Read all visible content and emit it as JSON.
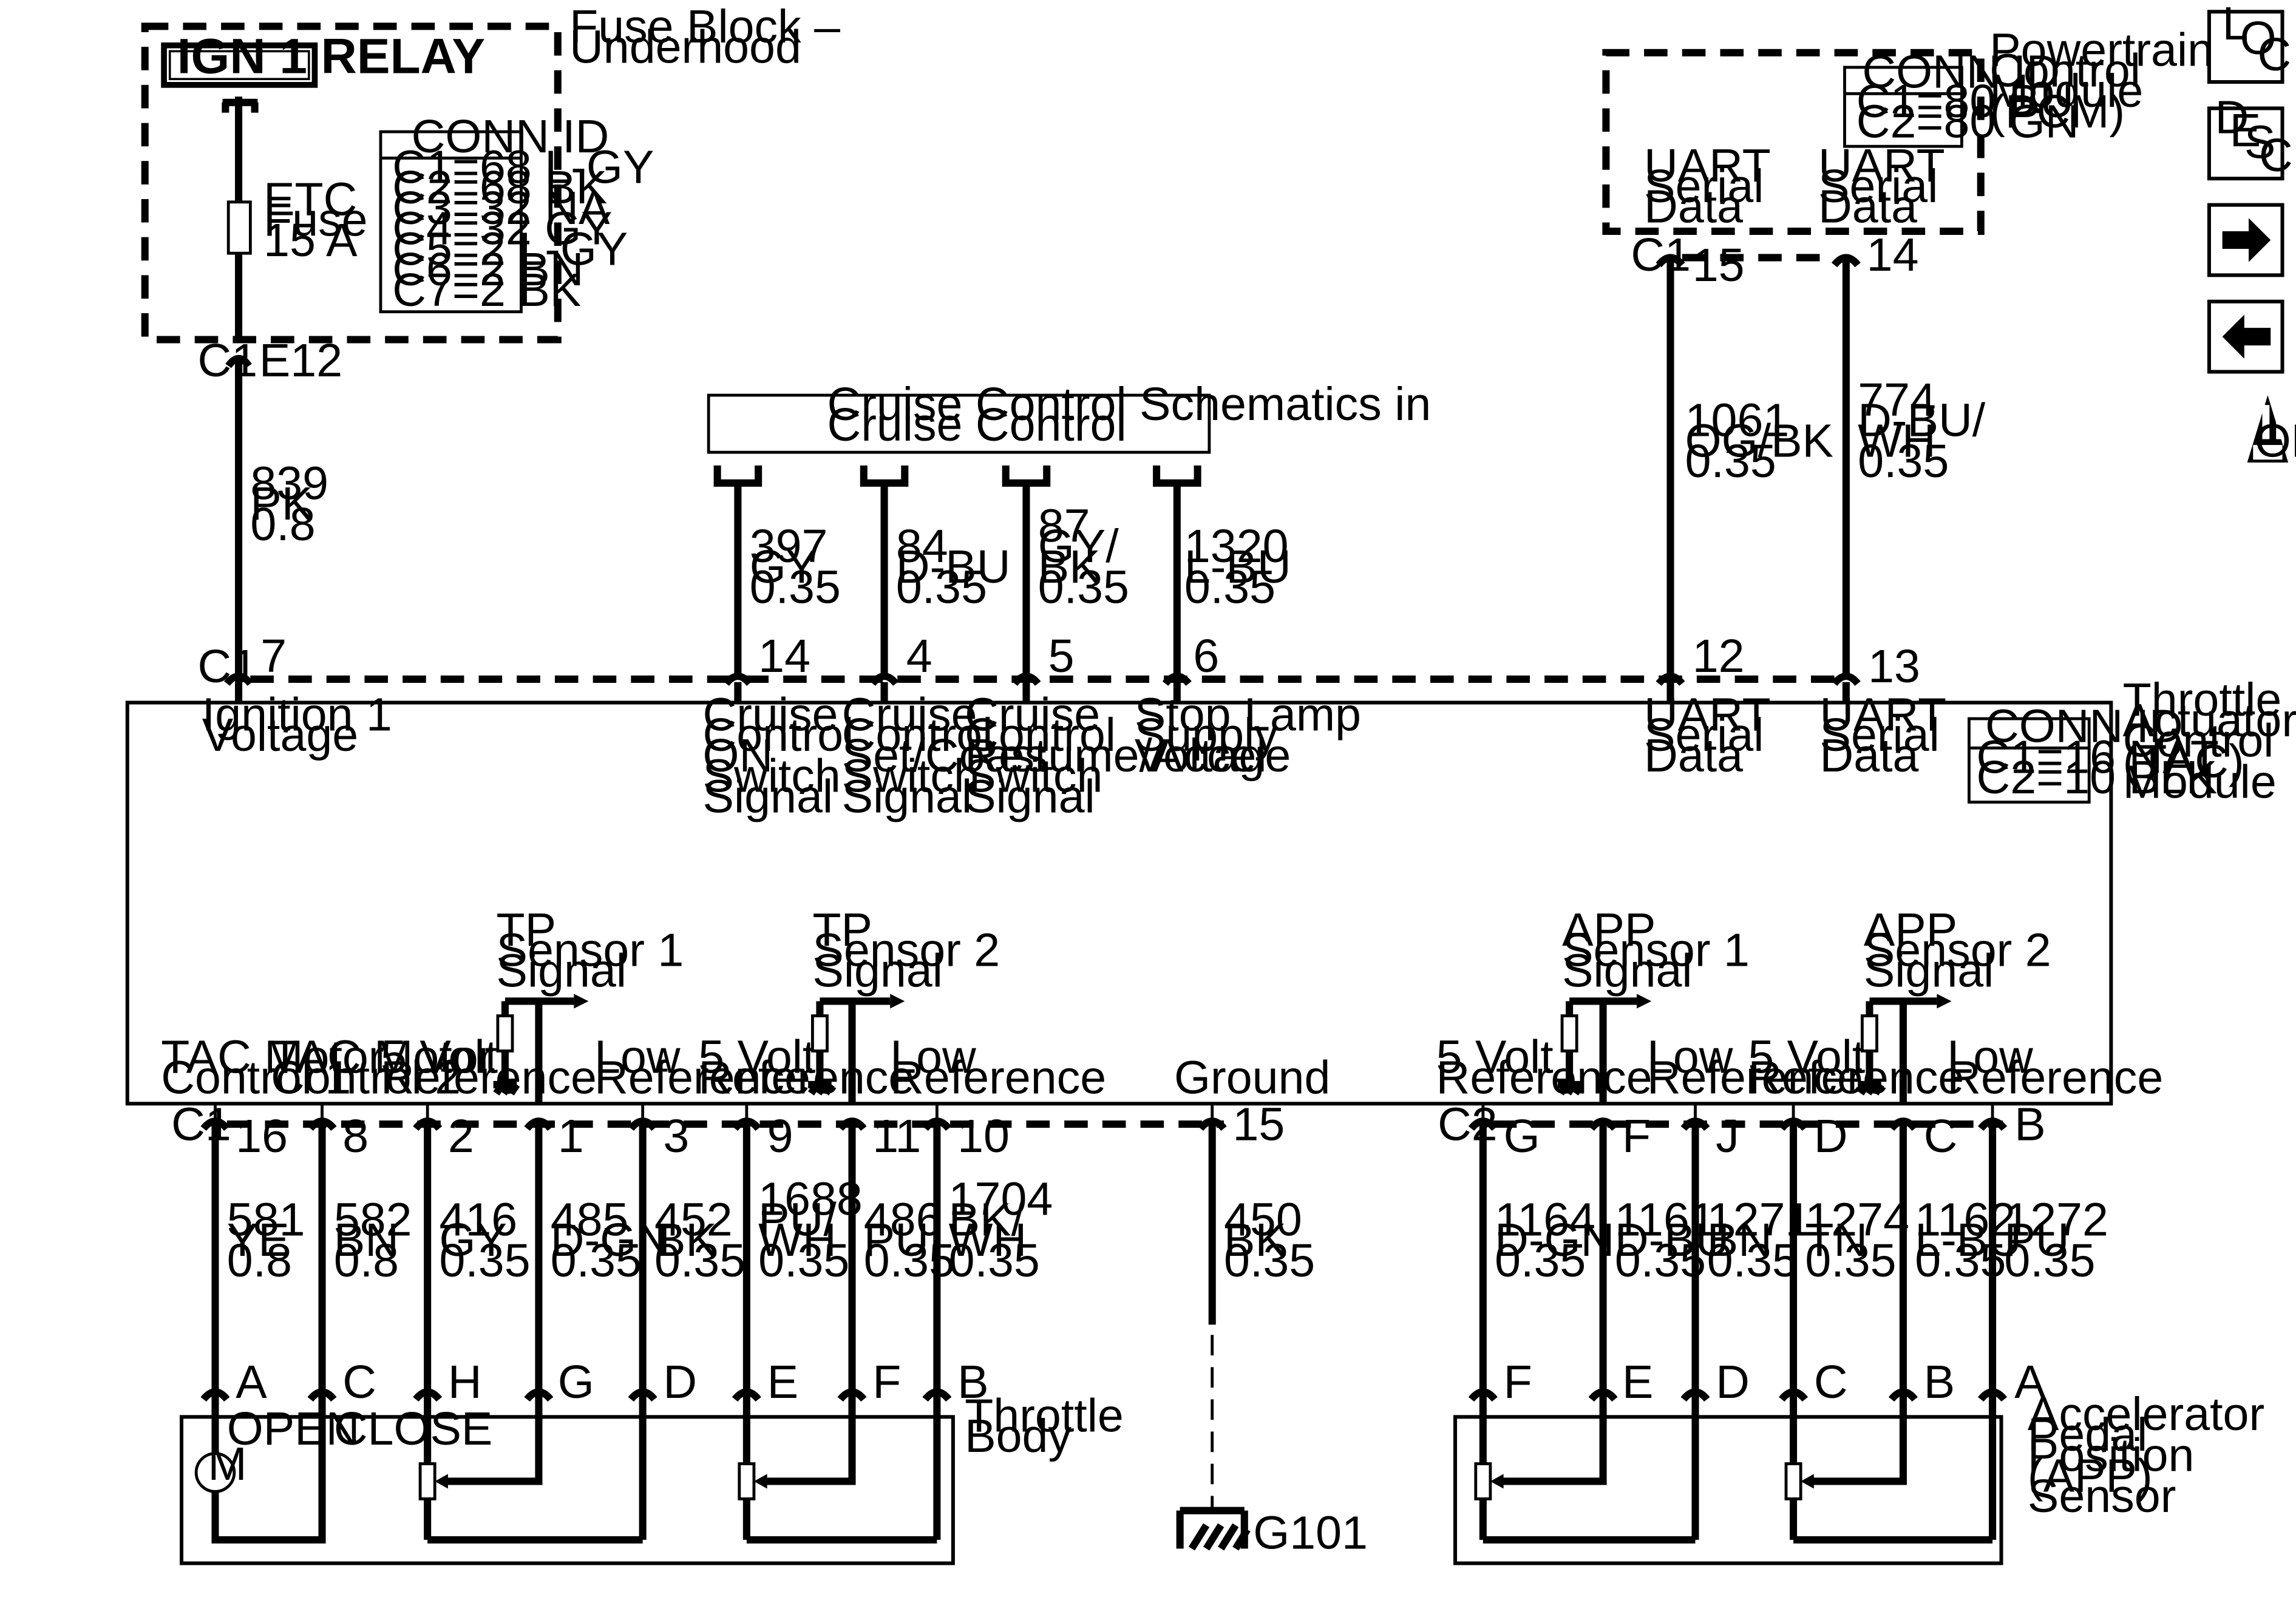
{
  "fuse_block": {
    "title": [
      "Fuse Block –",
      "Underhood"
    ],
    "relay": "IGN 1 RELAY",
    "fuse": [
      "ETC",
      "Fuse",
      "15 A"
    ],
    "conn_id_title": "CONN ID",
    "conn_id": [
      "C1=68 L-GY",
      "C2=68 BK",
      "C3=32 NA",
      "C4=32 GY",
      "C5=2 L-GY",
      "C6=2 BN",
      "C7=2 BK"
    ],
    "conn": "C1",
    "pin": "E12"
  },
  "pcm": {
    "title": [
      "Powertrain",
      "Control",
      "Module",
      "(PCM)"
    ],
    "conn_id_title": "CONN ID",
    "conn_id": [
      "C1=80 BU",
      "C2=80 GN"
    ],
    "pin_labels": [
      [
        "UART",
        "Serial",
        "Data"
      ],
      [
        "UART",
        "Serial",
        "Data"
      ]
    ],
    "conn": "C1",
    "pins": [
      "15",
      "14"
    ]
  },
  "cruise": {
    "title": [
      "Cruise Control Schematics in",
      "Cruise Control"
    ]
  },
  "tac": {
    "title": [
      "Throttle",
      "Actuator",
      "Control",
      "(TAC)",
      "Module"
    ],
    "conn_id_title": "CONN ID",
    "conn_id": [
      "C1=16 NAT",
      "C2=10 BLK"
    ],
    "top_conn": "C1",
    "top_pins": [
      "7",
      "14",
      "4",
      "5",
      "6",
      "12",
      "13"
    ],
    "top_labels": [
      [
        "Ignition 1",
        "Voltage"
      ],
      [
        "Cruise",
        "Control",
        "ON",
        "Switch",
        "Signal"
      ],
      [
        "Cruise",
        "Control",
        "Set/Coast",
        "Switch",
        "Signal"
      ],
      [
        "Cruise",
        "Control",
        "Resume/Accel",
        "Switch",
        "Signal"
      ],
      [
        "Stop Lamp",
        "Supply",
        "Voltage"
      ],
      [
        "UART",
        "Serial",
        "Data"
      ],
      [
        "UART",
        "Serial",
        "Data"
      ]
    ],
    "bottom_left_conn": "C1",
    "bottom_left_pins": [
      "16",
      "8",
      "2",
      "1",
      "3",
      "9",
      "11",
      "10",
      "15"
    ],
    "bottom_right_conn": "C2",
    "bottom_right_pins": [
      "G",
      "F",
      "J",
      "D",
      "C",
      "B"
    ],
    "bottom_labels": [
      [
        "TAC Motor",
        "Control 1"
      ],
      [
        "TAC Motor",
        "Control 2"
      ],
      [
        "5 Volt",
        "Reference"
      ],
      [
        "Low",
        "Reference"
      ],
      [
        "5 Volt",
        "Reference"
      ],
      [
        "Low",
        "Reference"
      ],
      [
        "Ground"
      ],
      [
        "5 Volt",
        "Reference"
      ],
      [
        "Low",
        "Reference"
      ],
      [
        "5 Volt",
        "Reference"
      ],
      [
        "Low",
        "Reference"
      ]
    ],
    "signal_labels": [
      [
        "TP",
        "Sensor 1",
        "Signal"
      ],
      [
        "TP",
        "Sensor 2",
        "Signal"
      ],
      [
        "APP",
        "Sensor 1",
        "Signal"
      ],
      [
        "APP",
        "Sensor 2",
        "Signal"
      ]
    ]
  },
  "wires": {
    "ign": [
      "839",
      "PK",
      "0.8"
    ],
    "cruise": [
      [
        "397",
        "GY",
        "0.35"
      ],
      [
        "84",
        "D-BU",
        "0.35"
      ],
      [
        "87",
        "GY/",
        "BK",
        "0.35"
      ],
      [
        "1320",
        "L-BU",
        "0.35"
      ]
    ],
    "uart": [
      [
        "1061",
        "OG/BK",
        "0.35"
      ],
      [
        "774",
        "D-BU/",
        "WH",
        "0.35"
      ]
    ],
    "bottom_left": [
      [
        "581",
        "YE",
        "0.8"
      ],
      [
        "582",
        "BN",
        "0.8"
      ],
      [
        "416",
        "GY",
        "0.35"
      ],
      [
        "485",
        "D-GN",
        "0.35"
      ],
      [
        "452",
        "BK",
        "0.35"
      ],
      [
        "1688",
        "PU/",
        "WH",
        "0.35"
      ],
      [
        "486",
        "PU",
        "0.35"
      ],
      [
        "1704",
        "BK/",
        "WH",
        "0.35"
      ],
      [
        "450",
        "BK",
        "0.35"
      ]
    ],
    "bottom_right": [
      [
        "1164",
        "D-GN",
        "0.35"
      ],
      [
        "1161",
        "D-BU",
        "0.35"
      ],
      [
        "1271",
        "BN",
        "0.35"
      ],
      [
        "1274",
        "TN",
        "0.35"
      ],
      [
        "1162",
        "L-BU",
        "0.35"
      ],
      [
        "1272",
        "PU",
        "0.35"
      ]
    ]
  },
  "throttle_body": {
    "title": [
      "Throttle",
      "Body"
    ],
    "pins": [
      "A",
      "C",
      "H",
      "G",
      "D",
      "E",
      "F",
      "B"
    ],
    "open": "OPEN",
    "close": "CLOSE",
    "motor": "M"
  },
  "app_sensor": {
    "title": [
      "Accelerator",
      "Pedal",
      "Position",
      "(APP)",
      "Sensor"
    ],
    "pins": [
      "F",
      "E",
      "D",
      "C",
      "B",
      "A"
    ]
  },
  "ground": "G101",
  "nav": {
    "loc": [
      "L",
      "O",
      "C"
    ],
    "desc": [
      "D",
      "E",
      "S",
      "C"
    ],
    "next": "→",
    "prev": "←",
    "obd": [
      "II",
      "OBD II"
    ]
  }
}
